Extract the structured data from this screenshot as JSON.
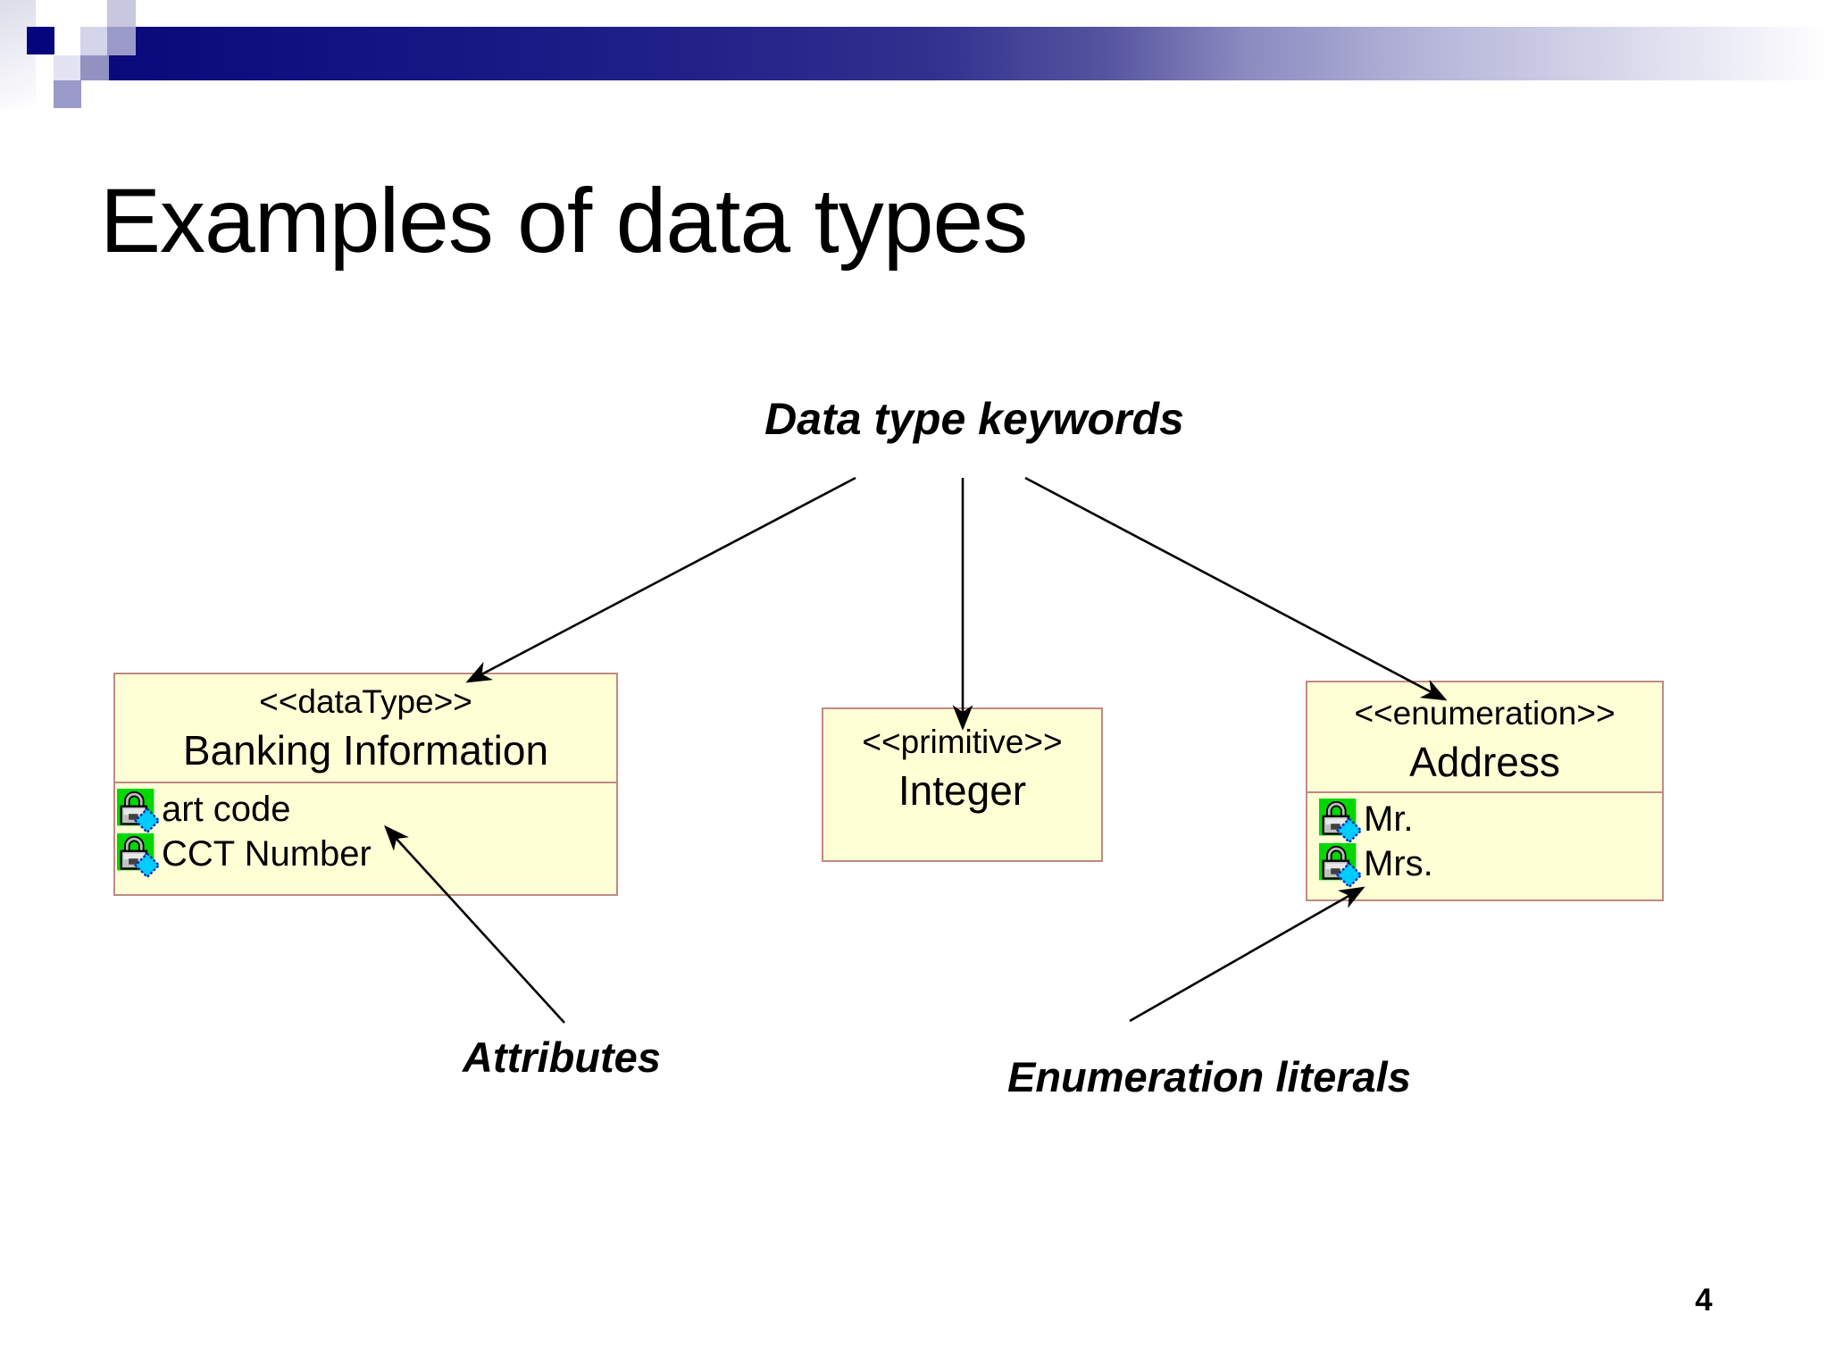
{
  "slide": {
    "title": "Examples of data types",
    "page_number": "4"
  },
  "annotations": {
    "keywords_label": "Data type keywords",
    "attributes_label": "Attributes",
    "enumeration_label": "Enumeration literals"
  },
  "diagram": {
    "boxes": [
      {
        "id": "banking",
        "stereotype": "<<dataType>>",
        "name": "Banking Information",
        "members": [
          "art code",
          "CCT Number"
        ]
      },
      {
        "id": "integer",
        "stereotype": "<<primitive>>",
        "name": "Integer",
        "members": []
      },
      {
        "id": "address",
        "stereotype": "<<enumeration>>",
        "name": "Address",
        "members": [
          "Mr.",
          "Mrs."
        ]
      }
    ],
    "member_icon": "lock-with-cyan-diamond",
    "arrows": [
      {
        "from": "keywords-label",
        "to": "banking-box"
      },
      {
        "from": "keywords-label",
        "to": "integer-box"
      },
      {
        "from": "keywords-label",
        "to": "address-box"
      },
      {
        "from": "attributes-label",
        "to": "banking-members"
      },
      {
        "from": "enumeration-label",
        "to": "address-members"
      }
    ]
  },
  "colors": {
    "header_bar_start": "#09097B",
    "header_bar_end": "#FFFFFF",
    "corner_navy": "#05057D",
    "box_fill": "#FFFFD6",
    "box_border": "#C28983",
    "icon_green": "#00D800",
    "icon_cyan": "#00CCFF",
    "icon_diamond_border": "#002BB8",
    "arrow": "#000000",
    "text": "#000000"
  }
}
